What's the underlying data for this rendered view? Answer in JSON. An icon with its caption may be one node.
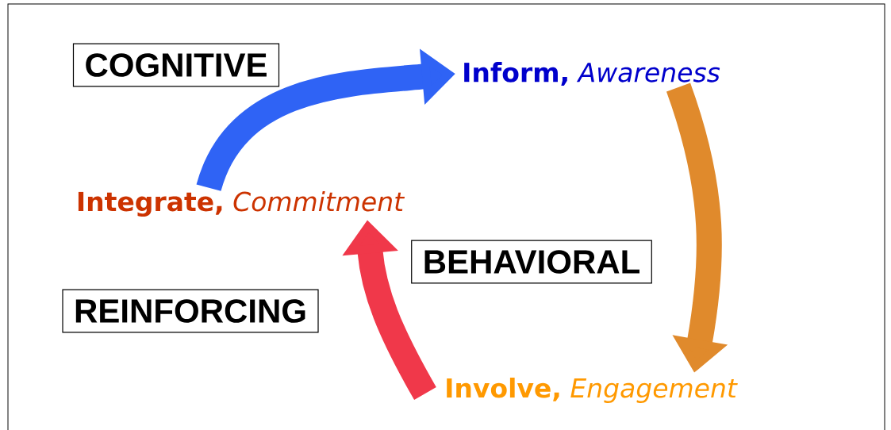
{
  "diagram": {
    "nodes": [
      {
        "text": [
          "COGNITIVE"
        ]
      },
      {
        "text": [
          "**Inform,** *Awareness*"
        ]
      },
      {
        "text": [
          "**Integrate,** *Commitment*"
        ]
      },
      {
        "text": [
          "BEHAVIORAL"
        ]
      },
      {
        "text": [
          "REINFORCING"
        ]
      },
      {
        "text": [
          "**Involve,** *Engagement*"
        ]
      }
    ],
    "edges": [
      {
        "from": 2,
        "to": 1,
        "arrow": "to",
        "color": "#2f63f5"
      },
      {
        "from": 1,
        "to": 5,
        "arrow": "to",
        "color": "#e08a2c"
      },
      {
        "from": 5,
        "to": 2,
        "arrow": "to",
        "color": "#f0384a"
      }
    ]
  }
}
